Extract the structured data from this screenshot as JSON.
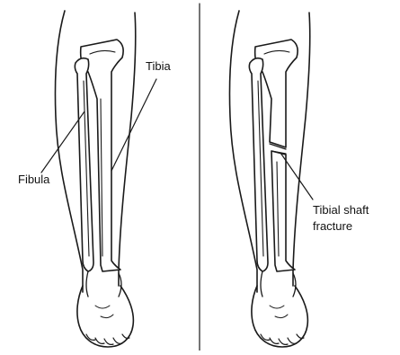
{
  "labels": {
    "fibula": "Fibula",
    "tibia": "Tibia",
    "fracture_line1": "Tibial shaft",
    "fracture_line2": "fracture"
  },
  "colors": {
    "line": "#1a1a1a",
    "background": "#ffffff",
    "bone_fill": "#ffffff"
  }
}
